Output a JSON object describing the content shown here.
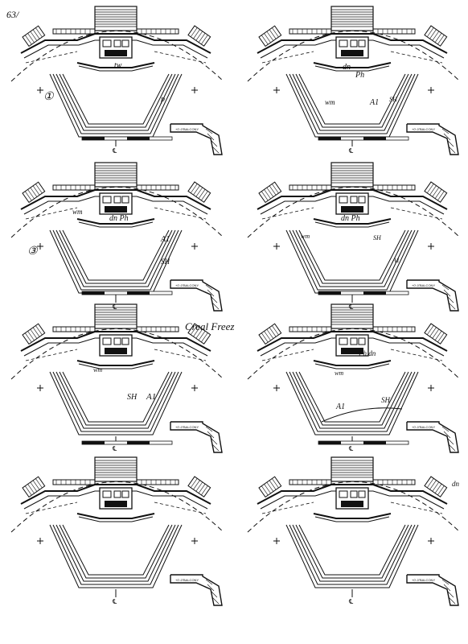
{
  "page": {
    "number_note": "63/",
    "background": "#ffffff",
    "ink": "#111111"
  },
  "panels": [
    {
      "id": "p1",
      "balcony_label": "BALCONY",
      "level_label": "+0'-0\"",
      "center_mark": "℄",
      "notes": [
        {
          "text": "tw"
        },
        {
          "text": "①"
        },
        {
          "text": "p"
        }
      ]
    },
    {
      "id": "p2",
      "balcony_label": "BALCONY",
      "level_label": "+0'-0\"",
      "center_mark": "℄",
      "notes": [
        {
          "text": "dn"
        },
        {
          "text": "Ph"
        },
        {
          "text": "wm"
        },
        {
          "text": "A1"
        },
        {
          "text": "SH"
        }
      ]
    },
    {
      "id": "p3",
      "balcony_label": "BALCONY",
      "level_label": "+0'-0\"",
      "center_mark": "℄",
      "notes": [
        {
          "text": "dn Ph"
        },
        {
          "text": "wm"
        },
        {
          "text": "A1"
        },
        {
          "text": "SH"
        },
        {
          "text": "③"
        }
      ]
    },
    {
      "id": "p4",
      "balcony_label": "BALCONY",
      "level_label": "+0'-0\"",
      "center_mark": "℄",
      "notes": [
        {
          "text": "dn Ph"
        },
        {
          "text": "wm"
        },
        {
          "text": "SH"
        },
        {
          "text": "A1"
        }
      ]
    },
    {
      "id": "p5",
      "balcony_label": "BALCONY",
      "level_label": "+0'-0\"",
      "center_mark": "℄",
      "notes": [
        {
          "text": "Creal Freez"
        },
        {
          "text": "wm"
        },
        {
          "text": "SH"
        },
        {
          "text": "A1"
        }
      ]
    },
    {
      "id": "p6",
      "balcony_label": "BALCONY",
      "level_label": "+0'-0\"",
      "center_mark": "℄",
      "notes": [
        {
          "text": "Ph dn"
        },
        {
          "text": "wm"
        },
        {
          "text": "A1"
        },
        {
          "text": "SH"
        }
      ]
    },
    {
      "id": "p7",
      "balcony_label": "BALCONY",
      "level_label": "+0'-0\"",
      "center_mark": "℄",
      "notes": []
    },
    {
      "id": "p8",
      "balcony_label": "BALCONY",
      "level_label": "+0'-0\"",
      "center_mark": "℄",
      "notes": [
        {
          "text": "dn"
        }
      ]
    }
  ]
}
